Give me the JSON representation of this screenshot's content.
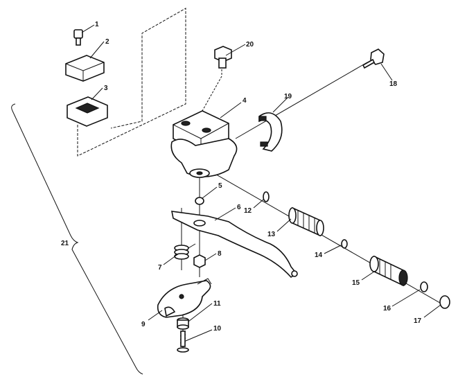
{
  "diagram": {
    "parts": [
      {
        "key": "p1",
        "label": "1"
      },
      {
        "key": "p2",
        "label": "2"
      },
      {
        "key": "p3",
        "label": "3"
      },
      {
        "key": "p4",
        "label": "4"
      },
      {
        "key": "p5",
        "label": "5"
      },
      {
        "key": "p6",
        "label": "6"
      },
      {
        "key": "p7",
        "label": "7"
      },
      {
        "key": "p8",
        "label": "8"
      },
      {
        "key": "p9",
        "label": "9"
      },
      {
        "key": "p10",
        "label": "10"
      },
      {
        "key": "p11",
        "label": "11"
      },
      {
        "key": "p12",
        "label": "12"
      },
      {
        "key": "p13",
        "label": "13"
      },
      {
        "key": "p14",
        "label": "14"
      },
      {
        "key": "p15",
        "label": "15"
      },
      {
        "key": "p16",
        "label": "16"
      },
      {
        "key": "p17",
        "label": "17"
      },
      {
        "key": "p18",
        "label": "18"
      },
      {
        "key": "p19",
        "label": "19"
      },
      {
        "key": "p20",
        "label": "20"
      },
      {
        "key": "p21",
        "label": "21"
      }
    ],
    "colors": {
      "ink": "#111111",
      "paper": "#ffffff"
    }
  }
}
